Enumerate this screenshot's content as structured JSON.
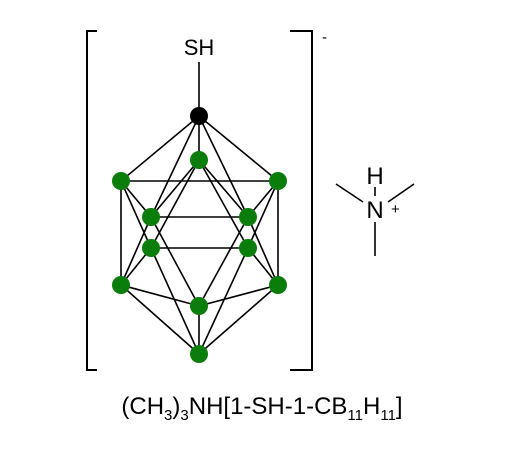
{
  "diagram": {
    "substituent": "SH",
    "anion_charge": "-",
    "cation": {
      "center_atom": "N",
      "hydrogen": "H",
      "charge": "+"
    },
    "caption": {
      "parts": [
        {
          "text": "(CH",
          "sub": false
        },
        {
          "text": "3",
          "sub": true
        },
        {
          "text": ")",
          "sub": false
        },
        {
          "text": "3",
          "sub": true
        },
        {
          "text": "NH[1-SH-1-CB",
          "sub": false
        },
        {
          "text": "11",
          "sub": true
        },
        {
          "text": "H",
          "sub": false
        },
        {
          "text": "11",
          "sub": true
        },
        {
          "text": "]",
          "sub": false
        }
      ]
    },
    "atom_colors": {
      "carbon": "#000000",
      "boron": "#0a7d0a"
    }
  }
}
